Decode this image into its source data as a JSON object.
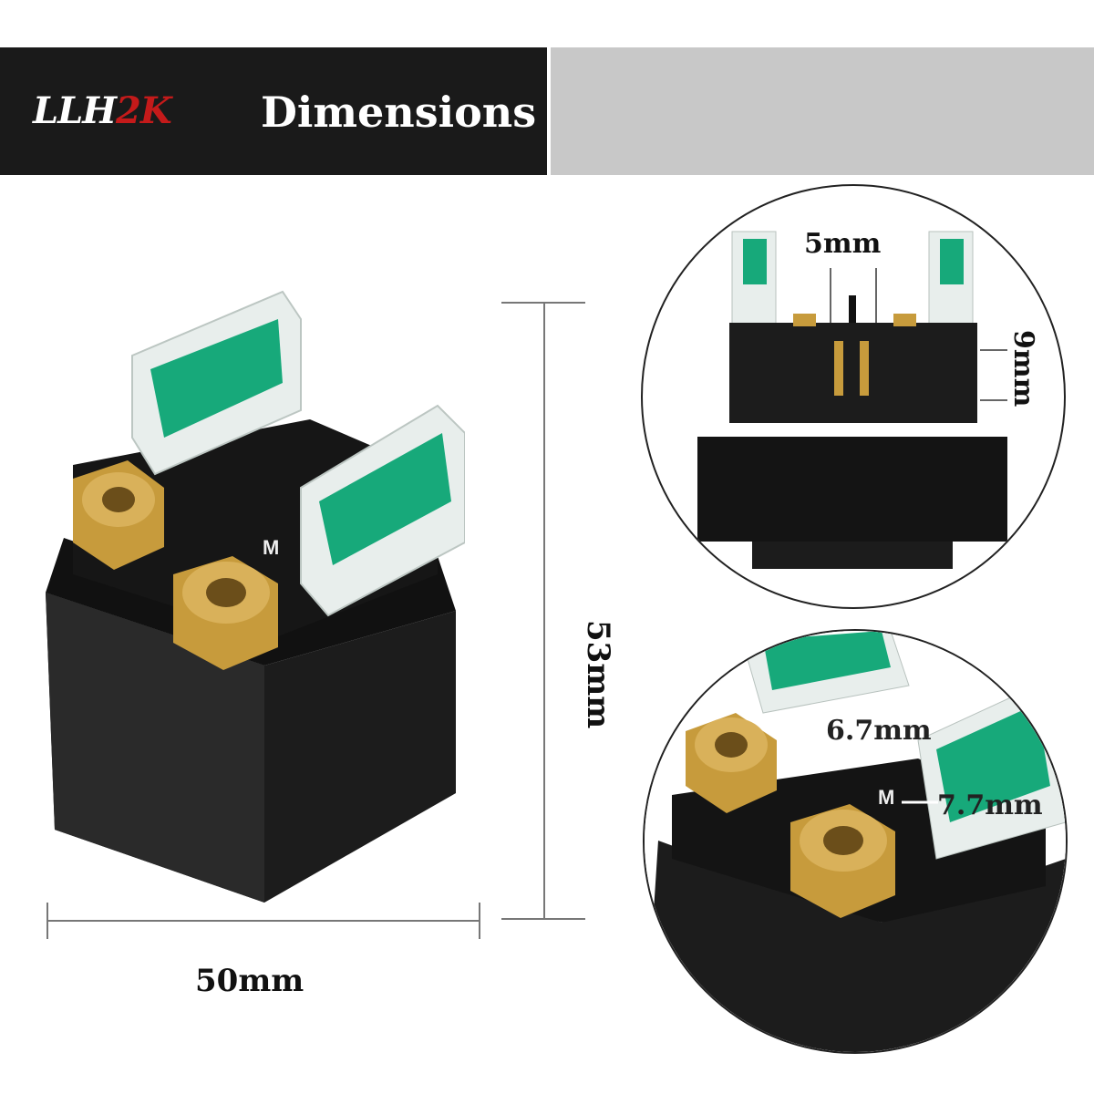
{
  "header": {
    "logo_prefix": "LLH",
    "logo_accent": "2K",
    "title": "Dimensions"
  },
  "dimensions": {
    "width": "50mm",
    "height": "53mm",
    "terminal_gap": "5mm",
    "terminal_height": "9mm",
    "bolt_a": "6.7mm",
    "bolt_b": "7.7mm"
  },
  "colors": {
    "header_dark": "#1a1a1a",
    "header_gray": "#c8c8c8",
    "fuse_green": "#17a97a",
    "brass": "#c79b3c",
    "body_black": "#1c1c1c"
  }
}
